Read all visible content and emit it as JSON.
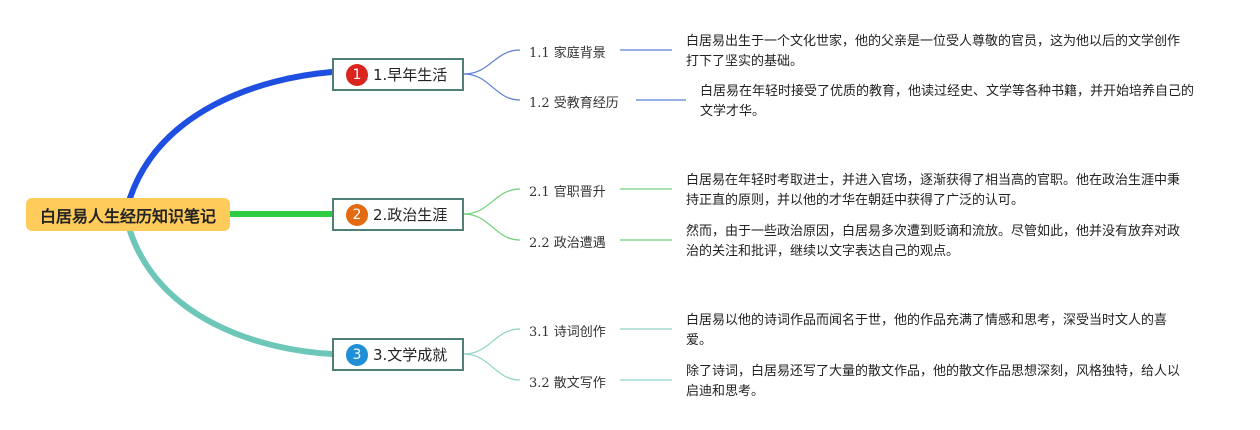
{
  "root": {
    "label": "白居易人生经历知识笔记",
    "color": "#ffcc5c"
  },
  "branches": [
    {
      "num": "1",
      "badge_color": "#d9251d",
      "label": "1.早年生活",
      "line_color": "#1f4fe0",
      "subs": [
        {
          "label": "1.1 家庭背景",
          "desc": "白居易出生于一个文化世家，他的父亲是一位受人尊敬的官员，这为他以后的文学创作打下了坚实的基础。"
        },
        {
          "label": "1.2 受教育经历",
          "desc": "白居易在年轻时接受了优质的教育，他读过经史、文学等各种书籍，并开始培养自己的文学才华。"
        }
      ]
    },
    {
      "num": "2",
      "badge_color": "#e36a10",
      "label": "2.政治生涯",
      "line_color": "#2ecc40",
      "subs": [
        {
          "label": "2.1 官职晋升",
          "desc": "白居易在年轻时考取进士，并进入官场，逐渐获得了相当高的官职。他在政治生涯中秉持正直的原则，并以他的才华在朝廷中获得了广泛的认可。"
        },
        {
          "label": "2.2 政治遭遇",
          "desc": "然而，由于一些政治原因，白居易多次遭到贬谪和流放。尽管如此，他并没有放弃对政治的关注和批评，继续以文字表达自己的观点。"
        }
      ]
    },
    {
      "num": "3",
      "badge_color": "#1f8fd6",
      "label": "3.文学成就",
      "line_color": "#6cc7b8",
      "subs": [
        {
          "label": "3.1 诗词创作",
          "desc": "白居易以他的诗词作品而闻名于世，他的作品充满了情感和思考，深受当时文人的喜爱。"
        },
        {
          "label": "3.2 散文写作",
          "desc": "除了诗词，白居易还写了大量的散文作品，他的散文作品思想深刻，风格独特，给人以启迪和思考。"
        }
      ]
    }
  ]
}
